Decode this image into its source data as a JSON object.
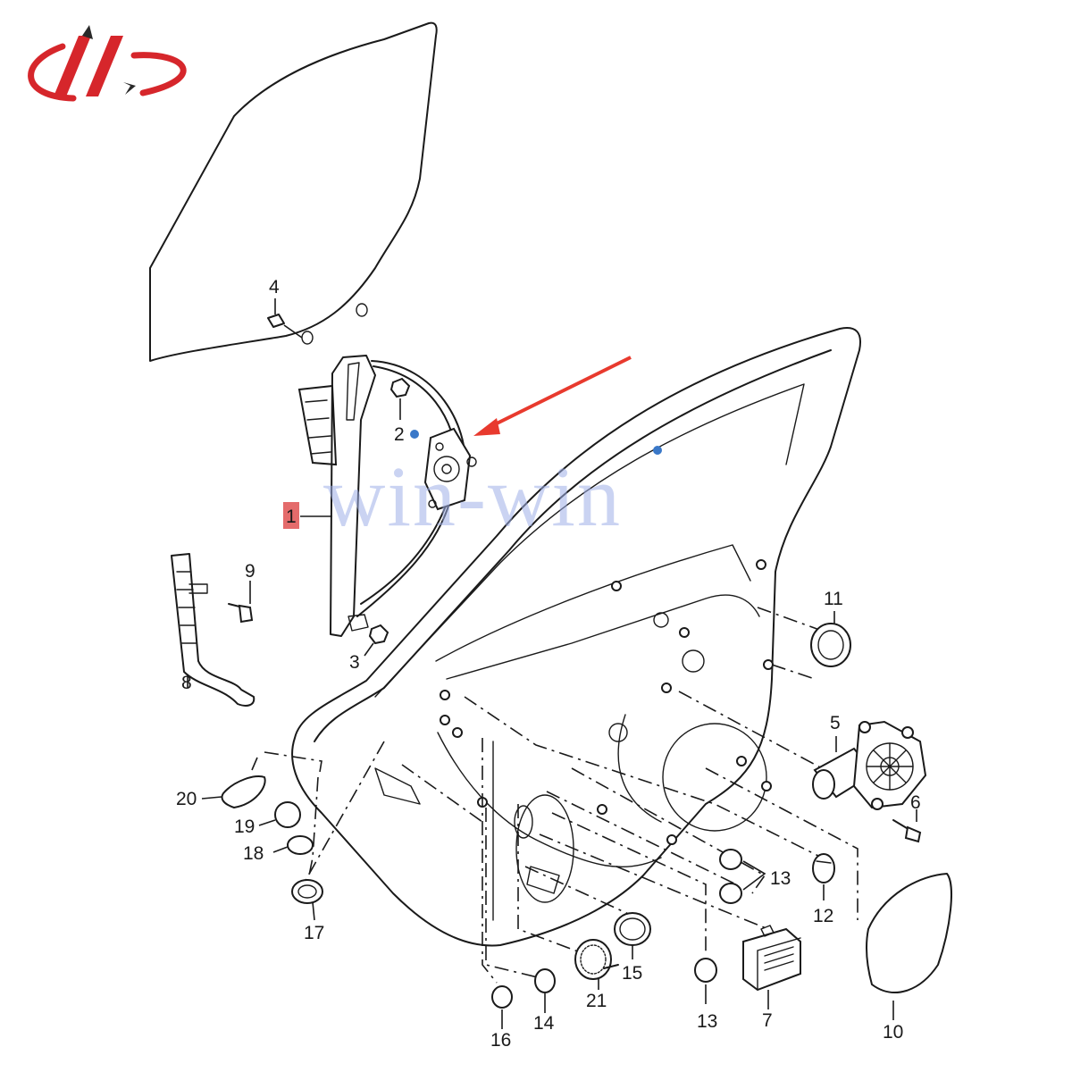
{
  "diagram": {
    "watermark": "win-win",
    "highlighted_part": "1",
    "colors": {
      "logo_red": "#d6262b",
      "logo_dark": "#2a2a2a",
      "highlight_box": "#e46b6b",
      "arrow": "#e83a2e",
      "watermark_dots": "#3a78c8"
    },
    "labels": {
      "p1": "1",
      "p2": "2",
      "p3": "3",
      "p4": "4",
      "p5": "5",
      "p6": "6",
      "p7": "7",
      "p8": "8",
      "p9": "9",
      "p10": "10",
      "p11": "11",
      "p12": "12",
      "p13a": "13",
      "p13b": "13",
      "p14": "14",
      "p15": "15",
      "p16": "16",
      "p17": "17",
      "p18": "18",
      "p19": "19",
      "p20": "20",
      "p21": "21"
    }
  }
}
